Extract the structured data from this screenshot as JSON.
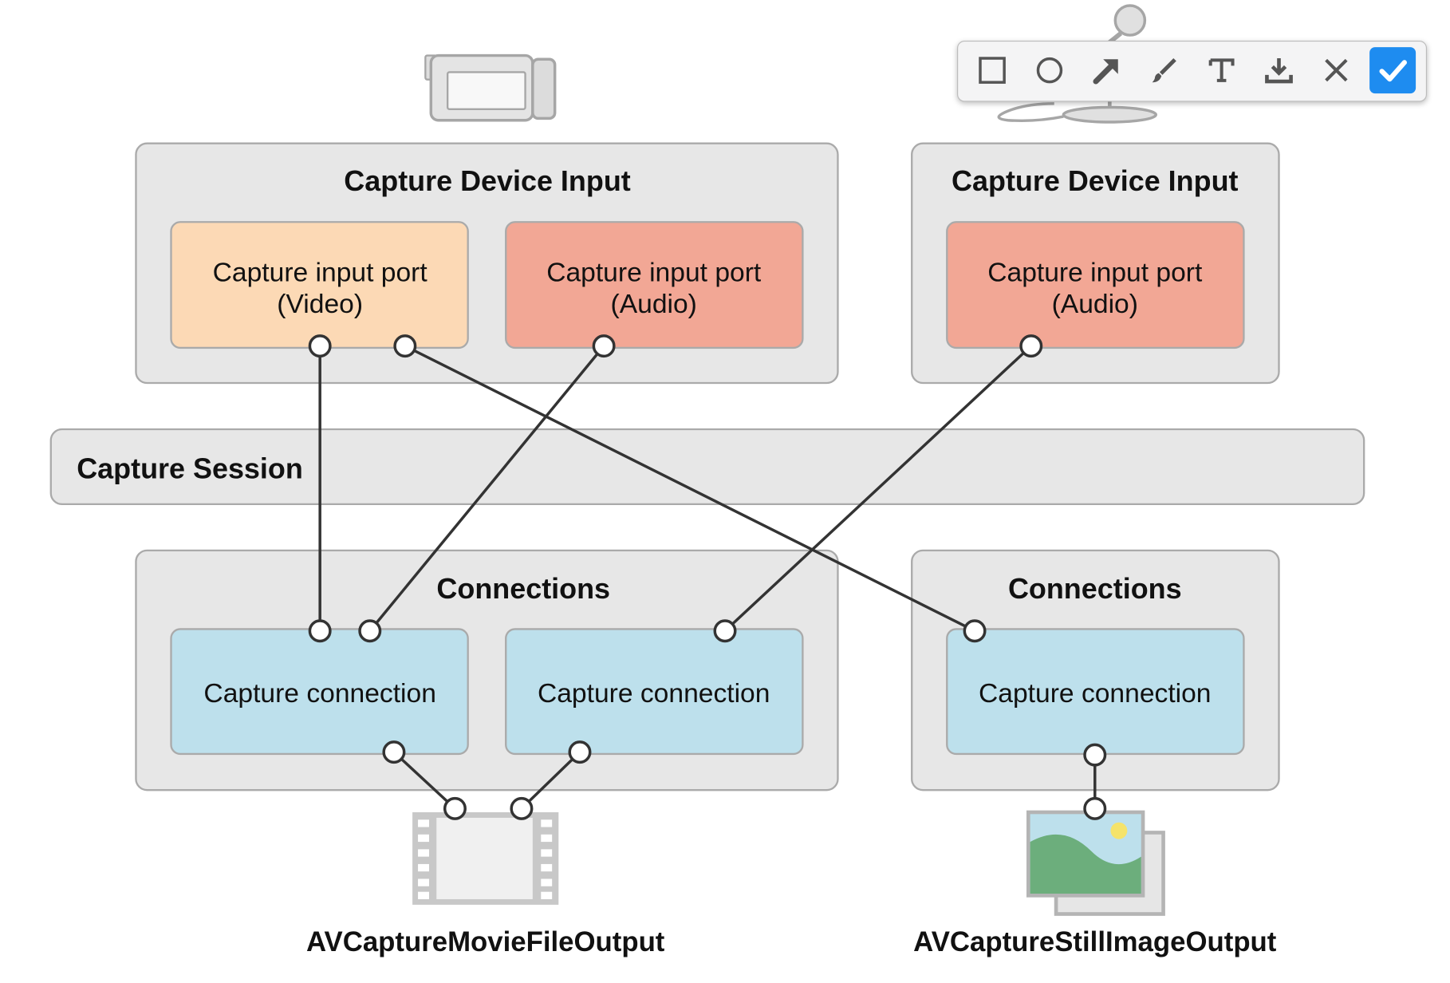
{
  "diagram": {
    "device_inputs": [
      {
        "title": "Capture Device Input",
        "ports": [
          {
            "line1": "Capture input port",
            "line2": "(Video)"
          },
          {
            "line1": "Capture input port",
            "line2": "(Audio)"
          }
        ]
      },
      {
        "title": "Capture Device Input",
        "ports": [
          {
            "line1": "Capture input port",
            "line2": "(Audio)"
          }
        ]
      }
    ],
    "session": {
      "label": "Capture Session"
    },
    "connection_groups": [
      {
        "title": "Connections",
        "items": [
          "Capture connection",
          "Capture connection"
        ]
      },
      {
        "title": "Connections",
        "items": [
          "Capture connection"
        ]
      }
    ],
    "outputs": [
      "AVCaptureMovieFileOutput",
      "AVCaptureStillImageOutput"
    ],
    "device_icons": [
      "video-camera-icon",
      "microphone-icon"
    ],
    "output_icons": [
      "film-strip-icon",
      "picture-icon"
    ]
  },
  "toolbar": {
    "tools": [
      "rectangle-icon",
      "circle-icon",
      "arrow-icon",
      "brush-icon",
      "text-icon",
      "download-icon",
      "close-icon",
      "checkmark-icon"
    ]
  },
  "colors": {
    "container": "#e7e7e7",
    "port_video": "#fcd9b5",
    "port_audio": "#f2a795",
    "connection": "#bde0ec",
    "confirm": "#1e8cf0"
  }
}
